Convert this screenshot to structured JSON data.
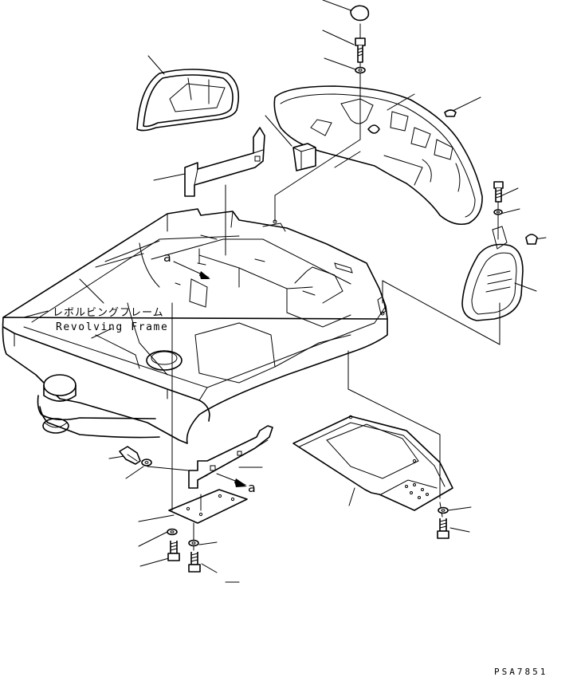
{
  "diagram": {
    "label_jp": "レボルビングフレーム",
    "label_en": "Revolving Frame",
    "view_mark_top": "a",
    "view_mark_bottom": "a",
    "drawing_code": "PSA7851"
  }
}
